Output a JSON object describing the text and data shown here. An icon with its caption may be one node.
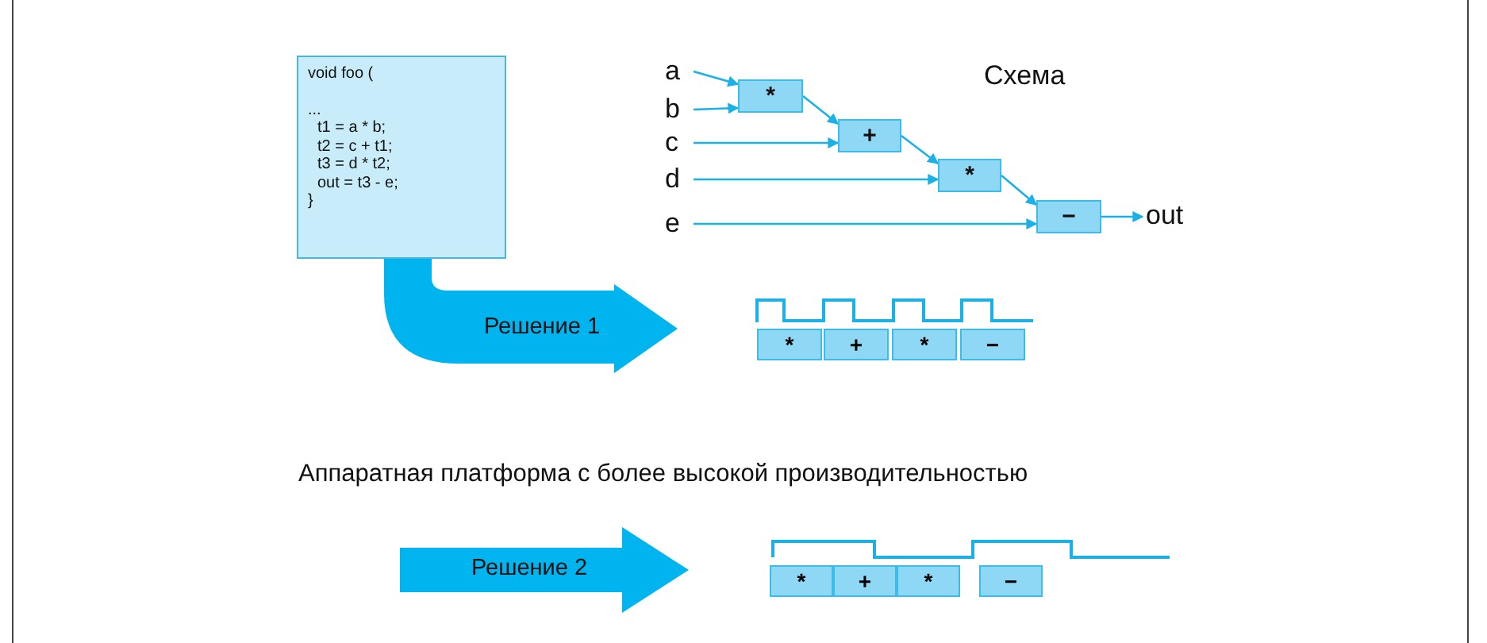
{
  "diagram": {
    "nodes": [
      {
        "text": [
          "void foo (",
          "...",
          "t1 = a * b;",
          "t2 = c + t1;",
          "t3 = d * t2;",
          "out = t3 - e;",
          "}"
        ]
      },
      {
        "text": [
          "a"
        ]
      },
      {
        "text": [
          "b"
        ]
      },
      {
        "text": [
          "c"
        ]
      },
      {
        "text": [
          "d"
        ]
      },
      {
        "text": [
          "e"
        ]
      },
      {
        "text": [
          "*"
        ]
      },
      {
        "text": [
          "+"
        ]
      },
      {
        "text": [
          "*"
        ]
      },
      {
        "text": [
          "−"
        ]
      },
      {
        "text": [
          "out"
        ]
      },
      {
        "text": [
          "Решение 1"
        ]
      },
      {
        "text": [
          "*"
        ]
      },
      {
        "text": [
          "+"
        ]
      },
      {
        "text": [
          "*"
        ]
      },
      {
        "text": [
          "−"
        ]
      },
      {
        "text": [
          "Решение 2"
        ]
      },
      {
        "text": [
          "*"
        ]
      },
      {
        "text": [
          "+"
        ]
      },
      {
        "text": [
          "*"
        ]
      },
      {
        "text": [
          "−"
        ]
      }
    ],
    "edges": [
      {
        "from": 1,
        "to": 6,
        "arrow": "to"
      },
      {
        "from": 2,
        "to": 6,
        "arrow": "to"
      },
      {
        "from": 6,
        "to": 7,
        "arrow": "to"
      },
      {
        "from": 3,
        "to": 7,
        "arrow": "to"
      },
      {
        "from": 7,
        "to": 8,
        "arrow": "to"
      },
      {
        "from": 4,
        "to": 8,
        "arrow": "to"
      },
      {
        "from": 8,
        "to": 9,
        "arrow": "to"
      },
      {
        "from": 5,
        "to": 9,
        "arrow": "to"
      },
      {
        "from": 9,
        "to": 10,
        "arrow": "to"
      }
    ],
    "labels": [
      "Схема",
      "Аппаратная платформа с более высокой производительностью"
    ]
  }
}
